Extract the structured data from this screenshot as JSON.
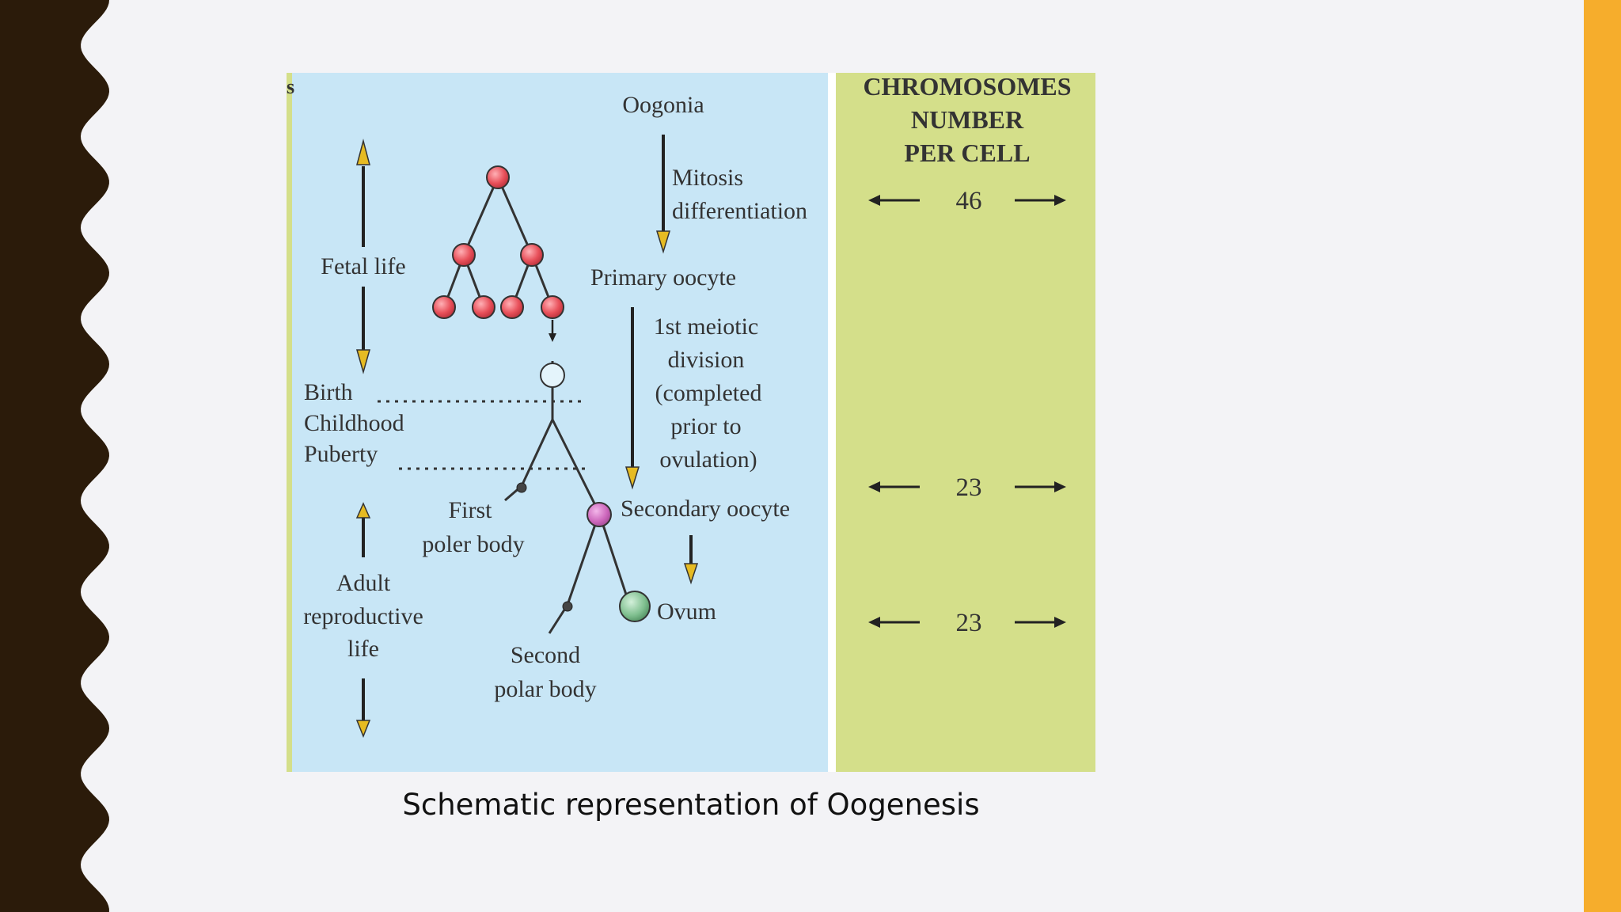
{
  "caption": "Schematic representation of Oogenesis",
  "colors": {
    "background": "#f3f3f6",
    "wave_bar": "#2b1b0a",
    "accent_bar": "#f6ad2c",
    "diagram_panel": "#c8e6f6",
    "chromosome_panel": "#d4df8a",
    "oogonia_cell": "#e8505a",
    "primary_oocyte": "#e4f4fb",
    "secondary_oocyte": "#cc66bb",
    "ovum": "#7fbf8f",
    "arrow_head": "#e6bb22",
    "text": "#333333"
  },
  "diagram": {
    "left_edge_fragment": "s",
    "life_stages": {
      "fetal_life": "Fetal life",
      "birth": "Birth",
      "childhood": "Childhood",
      "puberty": "Puberty",
      "adult_line1": "Adult",
      "adult_line2": "reproductive",
      "adult_line3": "life"
    },
    "cells": {
      "oogonia": "Oogonia",
      "mitosis_line1": "Mitosis",
      "mitosis_line2": "differentiation",
      "primary_oocyte": "Primary oocyte",
      "meiotic_line1": "1st meiotic",
      "meiotic_line2": "division",
      "meiotic_line3": "(completed",
      "meiotic_line4": "prior to",
      "meiotic_line5": "ovulation)",
      "secondary_oocyte": "Secondary oocyte",
      "first_polar_line1": "First",
      "first_polar_line2": "poler body",
      "ovum": "Ovum",
      "second_polar_line1": "Second",
      "second_polar_line2": "polar body"
    },
    "chromosomes": {
      "header_line1": "CHROMOSOMES",
      "header_line2": "NUMBER",
      "header_line3": "PER CELL",
      "counts": [
        "46",
        "23",
        "23"
      ]
    }
  }
}
